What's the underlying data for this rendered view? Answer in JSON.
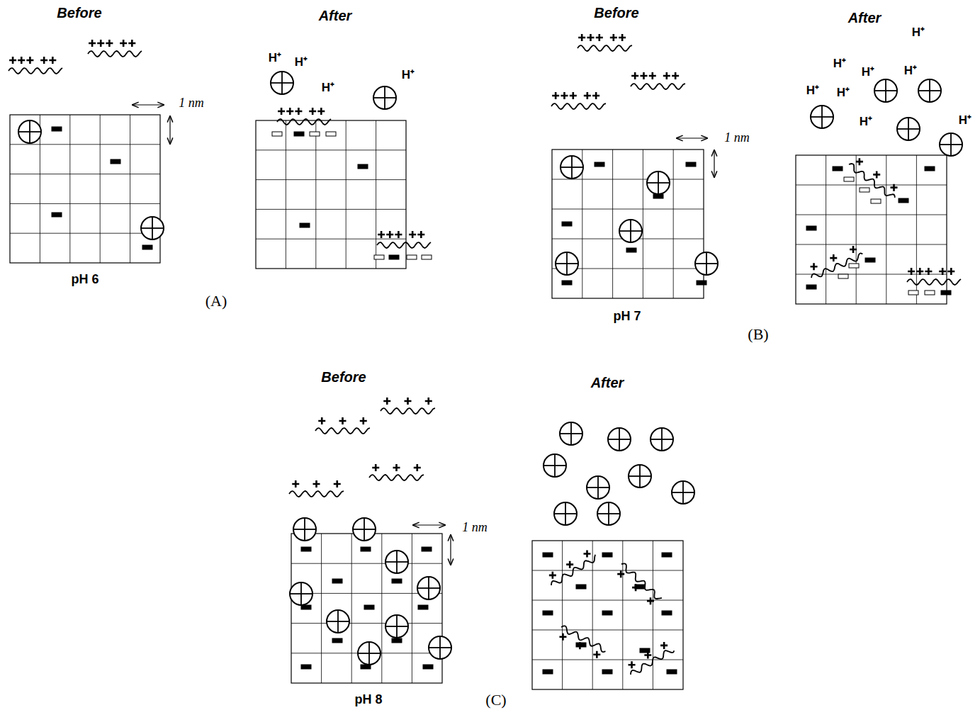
{
  "diagram": {
    "labels": [
      "Before",
      "After",
      "1 nm",
      "pH 6",
      "(A)",
      "H⁺",
      "H⁺",
      "H⁺",
      "H⁺",
      "Before",
      "After",
      "1 nm",
      "pH 7",
      "(B)",
      "H⁺",
      "H⁺",
      "H⁺",
      "H⁺",
      "H⁺",
      "H⁺",
      "H⁺",
      "H⁺",
      "Before",
      "After",
      "1 nm",
      "pH 8",
      "(C)"
    ]
  }
}
